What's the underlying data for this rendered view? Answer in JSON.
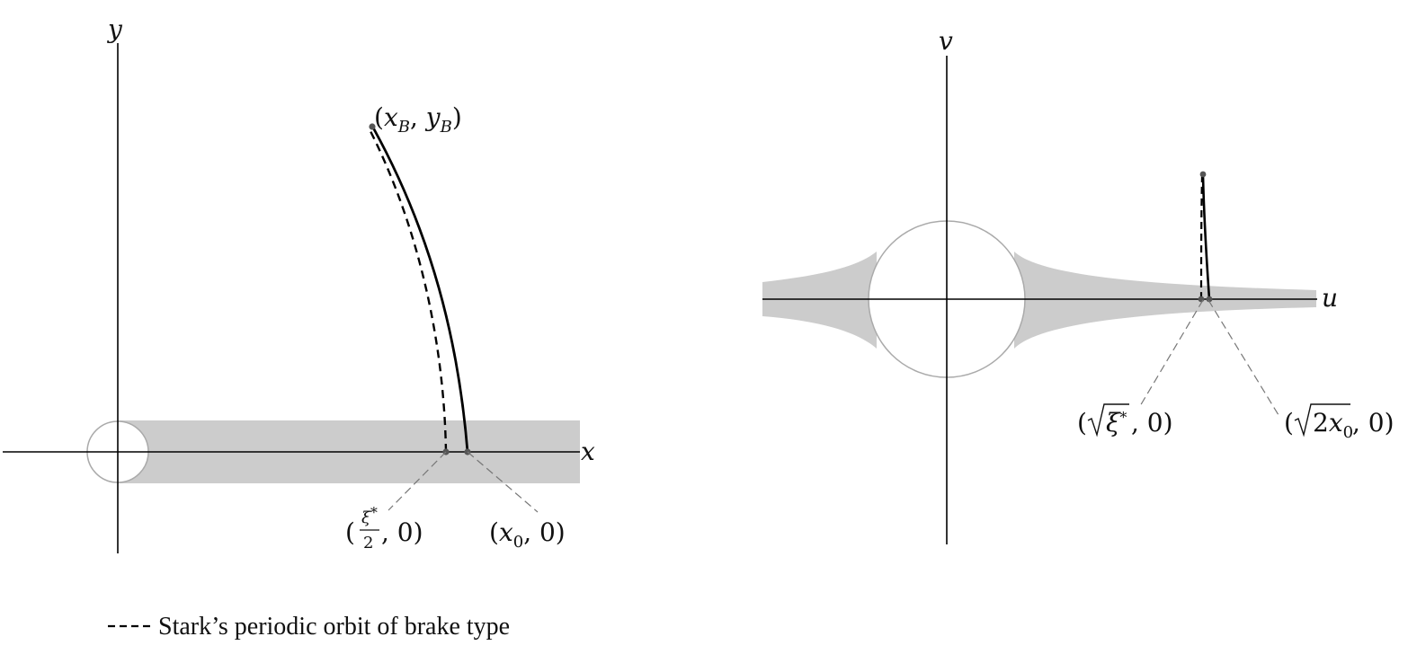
{
  "left_panel": {
    "axis_x_label": "x",
    "axis_y_label": "y",
    "point_B_label": {
      "open": "(",
      "x": "x",
      "x_sub": "B",
      "sep": ", ",
      "y": "y",
      "y_sub": "B",
      "close": ")"
    },
    "point_xi_label": {
      "open": "(",
      "num": "ξ",
      "num_sup": "*",
      "den": "2",
      "rest": ", 0)"
    },
    "point_x0_label": {
      "open": "(",
      "x": "x",
      "x_sub": "0",
      "rest": ", 0)"
    }
  },
  "right_panel": {
    "axis_u_label": "u",
    "axis_v_label": "v",
    "point_sqrt_xi_label": {
      "open": "(",
      "radicand": "ξ",
      "radicand_sup": "*",
      "rest": ", 0)"
    },
    "point_sqrt_2x0_label": {
      "open": "(",
      "radicand_num": "2",
      "radicand_var": "x",
      "radicand_sub": "0",
      "rest": ", 0)"
    }
  },
  "legend": {
    "dash_sample": "- - - -",
    "text": "Stark’s periodic orbit of brake type"
  },
  "colors": {
    "shade": "#cccccc",
    "axis": "#000000",
    "circle": "#aaaaaa",
    "leader": "#777777",
    "point": "#555555"
  }
}
